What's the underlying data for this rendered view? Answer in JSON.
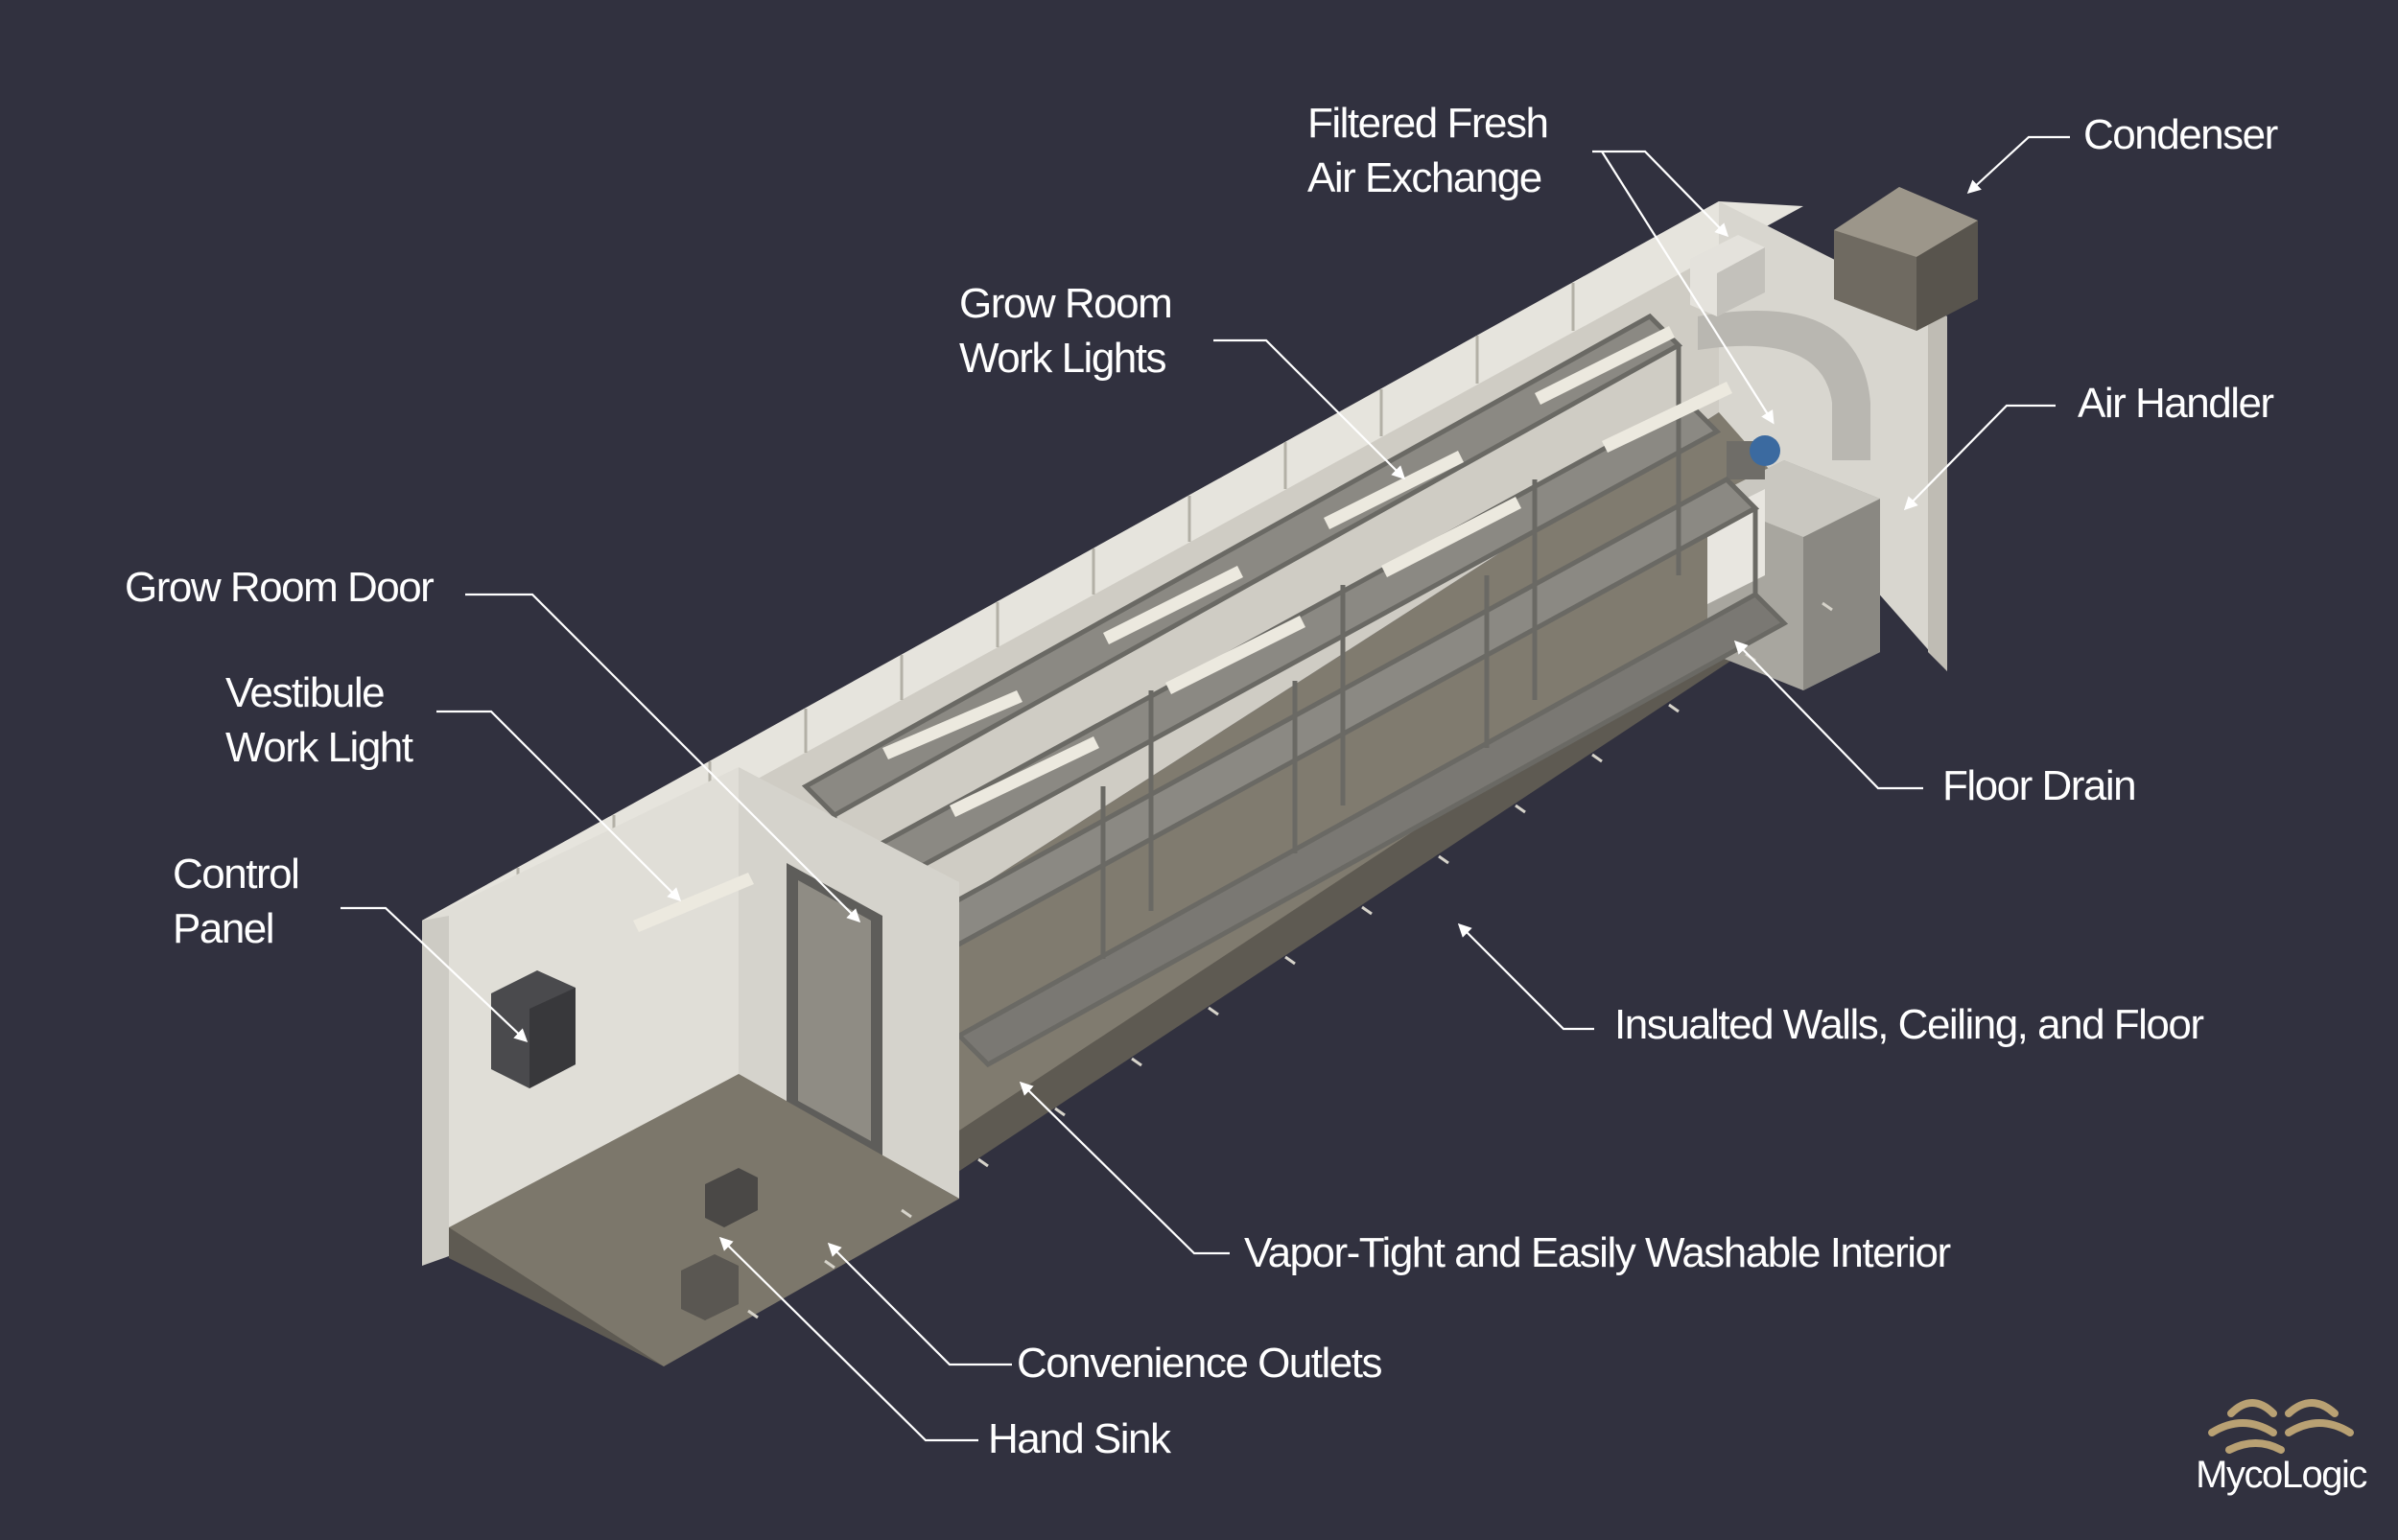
{
  "colors": {
    "background": "#31313f",
    "leader": "#ffffff",
    "brand_gold": "#b9a173",
    "floor": "#807b6f",
    "wall": "#d8d6cf",
    "frame": "#5a5a5c"
  },
  "callouts": {
    "filtered_air": "Filtered Fresh\nAir Exchange",
    "condenser": "Condenser",
    "grow_room_lights": "Grow Room\nWork Lights",
    "air_handler": "Air Handler",
    "grow_room_door": "Grow Room Door",
    "vestibule_light": "Vestibule\nWork Light",
    "control_panel": "Control\nPanel",
    "floor_drain": "Floor Drain",
    "insulated": "Insualted Walls, Ceiling, and Floor",
    "vapor_tight": "Vapor-Tight and Easily Washable Interior",
    "outlets": "Convenience Outlets",
    "hand_sink": "Hand Sink"
  },
  "brand": {
    "name": "MycoLogic",
    "logo_icon": "mushroom-cap-icon"
  }
}
